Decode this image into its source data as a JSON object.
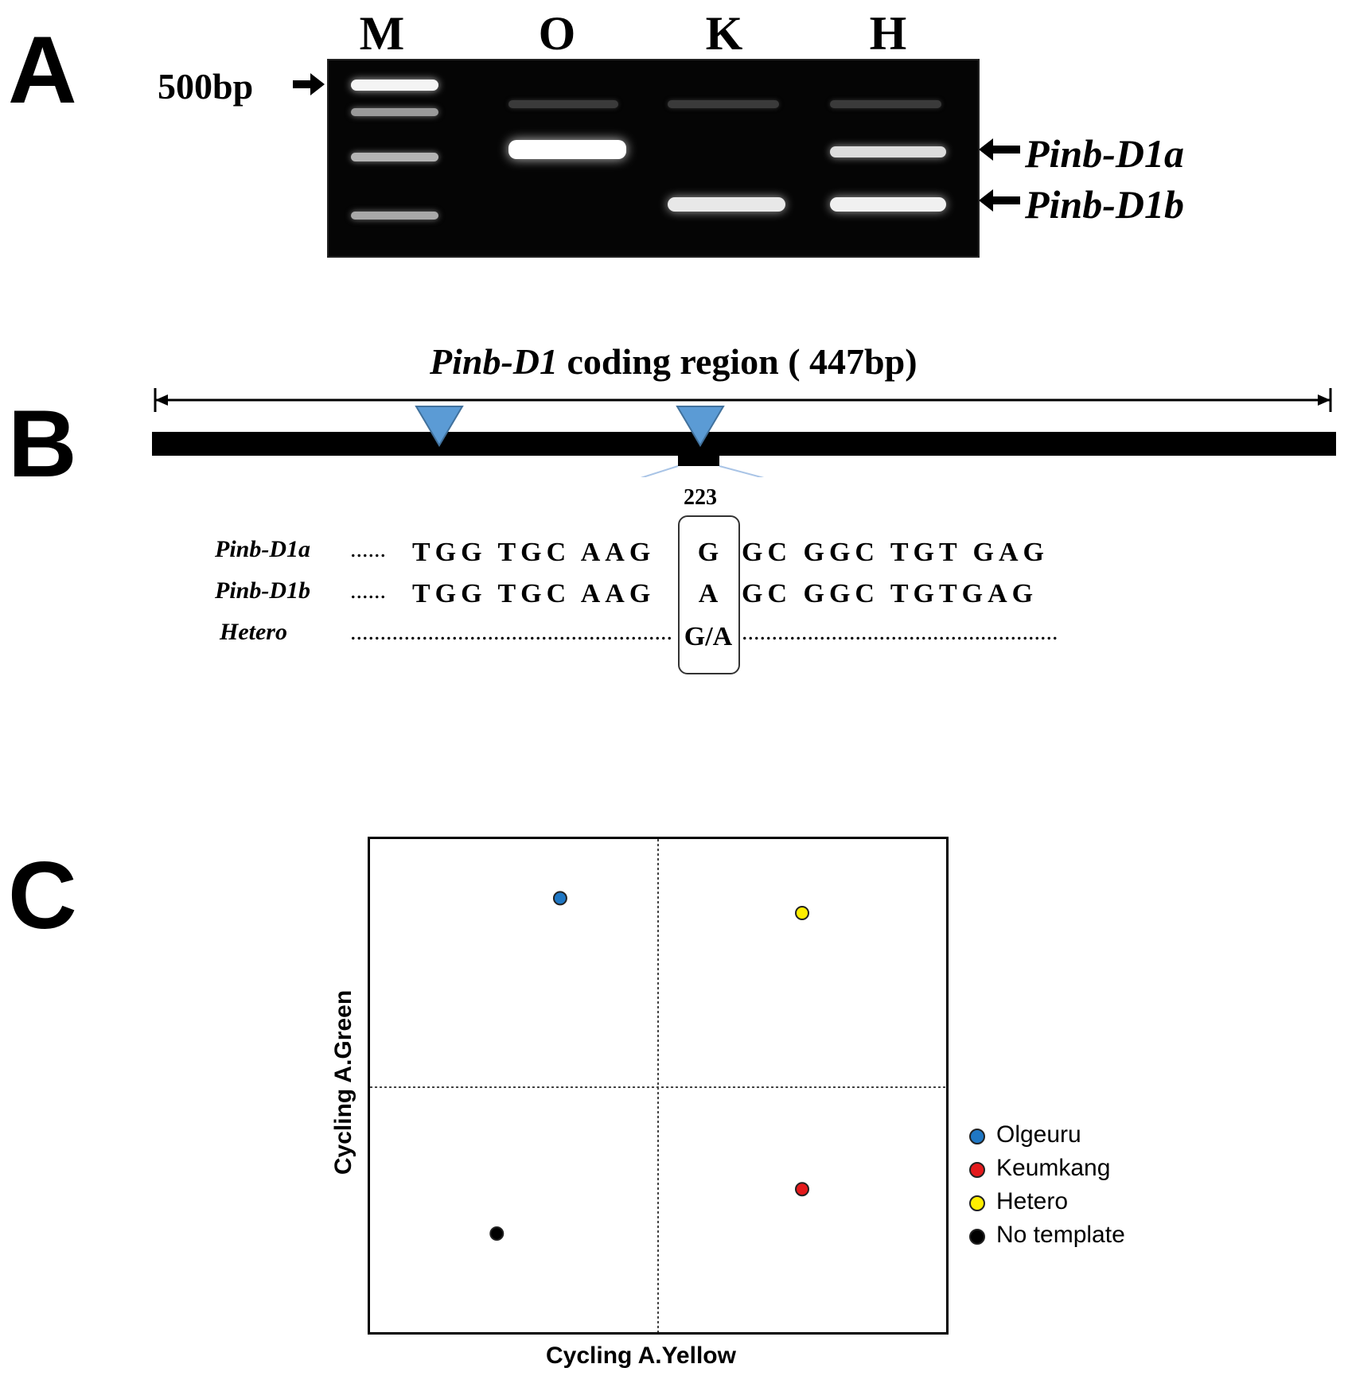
{
  "panel_a": {
    "letter": "A",
    "lanes": [
      "M",
      "O",
      "K",
      "H"
    ],
    "marker_label": "500bp",
    "allele_a": "Pinb-D1a",
    "allele_b": "Pinb-D1b"
  },
  "panel_b": {
    "letter": "B",
    "title_italic": "Pinb-D1",
    "title_rest": " coding region ( 447bp)",
    "position": "223",
    "rows": [
      {
        "name": "Pinb-D1a",
        "lead": "......",
        "left": "TGG TGC AAG",
        "base": "G",
        "right": "GC GGC TGT GAG"
      },
      {
        "name": "Pinb-D1b",
        "lead": "......",
        "left": "TGG TGC AAG",
        "base": "A",
        "right": "GC GGC TGTGAG"
      },
      {
        "name": "Hetero",
        "lead": "......................................................",
        "left": "",
        "base": "G/A",
        "right": "....................................................."
      }
    ]
  },
  "panel_c": {
    "letter": "C"
  },
  "chart_data": {
    "type": "scatter",
    "xlabel": "Cycling A.Yellow",
    "ylabel": "Cycling A.Green",
    "grid": "dotted quadrant lines at center",
    "legend_position": "right",
    "series": [
      {
        "name": "Olgeuru",
        "color": "#1f77c4",
        "x": 0.33,
        "y": 0.88
      },
      {
        "name": "Keumkang",
        "color": "#e41a1c",
        "x": 0.75,
        "y": 0.29
      },
      {
        "name": "Hetero",
        "color": "#ffee00",
        "x": 0.75,
        "y": 0.85
      },
      {
        "name": "No template",
        "color": "#000000",
        "x": 0.22,
        "y": 0.2
      }
    ],
    "xlim": [
      0,
      1
    ],
    "ylim": [
      0,
      1
    ]
  }
}
